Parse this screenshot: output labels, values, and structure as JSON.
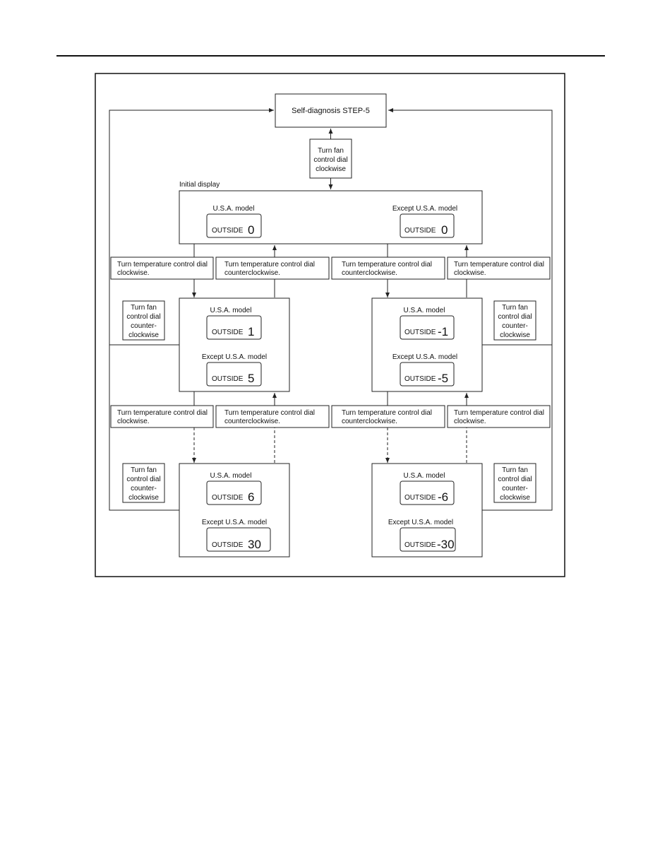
{
  "step_box": "Self-diagnosis STEP-5",
  "fan_clockwise": [
    "Turn fan",
    "control dial",
    "clockwise"
  ],
  "initial_display_label": "Initial display",
  "fan_counter": [
    "Turn fan",
    "control dial",
    "counter-",
    "clockwise"
  ],
  "temp_clockwise": [
    "Turn temperature control dial",
    "clockwise."
  ],
  "temp_counter": [
    "Turn temperature control dial",
    "counterclockwise."
  ],
  "usa_model": "U.S.A. model",
  "except_usa_model": "Except U.S.A. model",
  "outside": "OUTSIDE",
  "values": {
    "initial_usa": "0",
    "initial_except": "0",
    "left_step1_usa": "1",
    "left_step1_except": "5",
    "right_step1_usa": "-1",
    "right_step1_except": "-5",
    "left_step2_usa": "6",
    "left_step2_except": "30",
    "right_step2_usa": "-6",
    "right_step2_except": "-30"
  }
}
